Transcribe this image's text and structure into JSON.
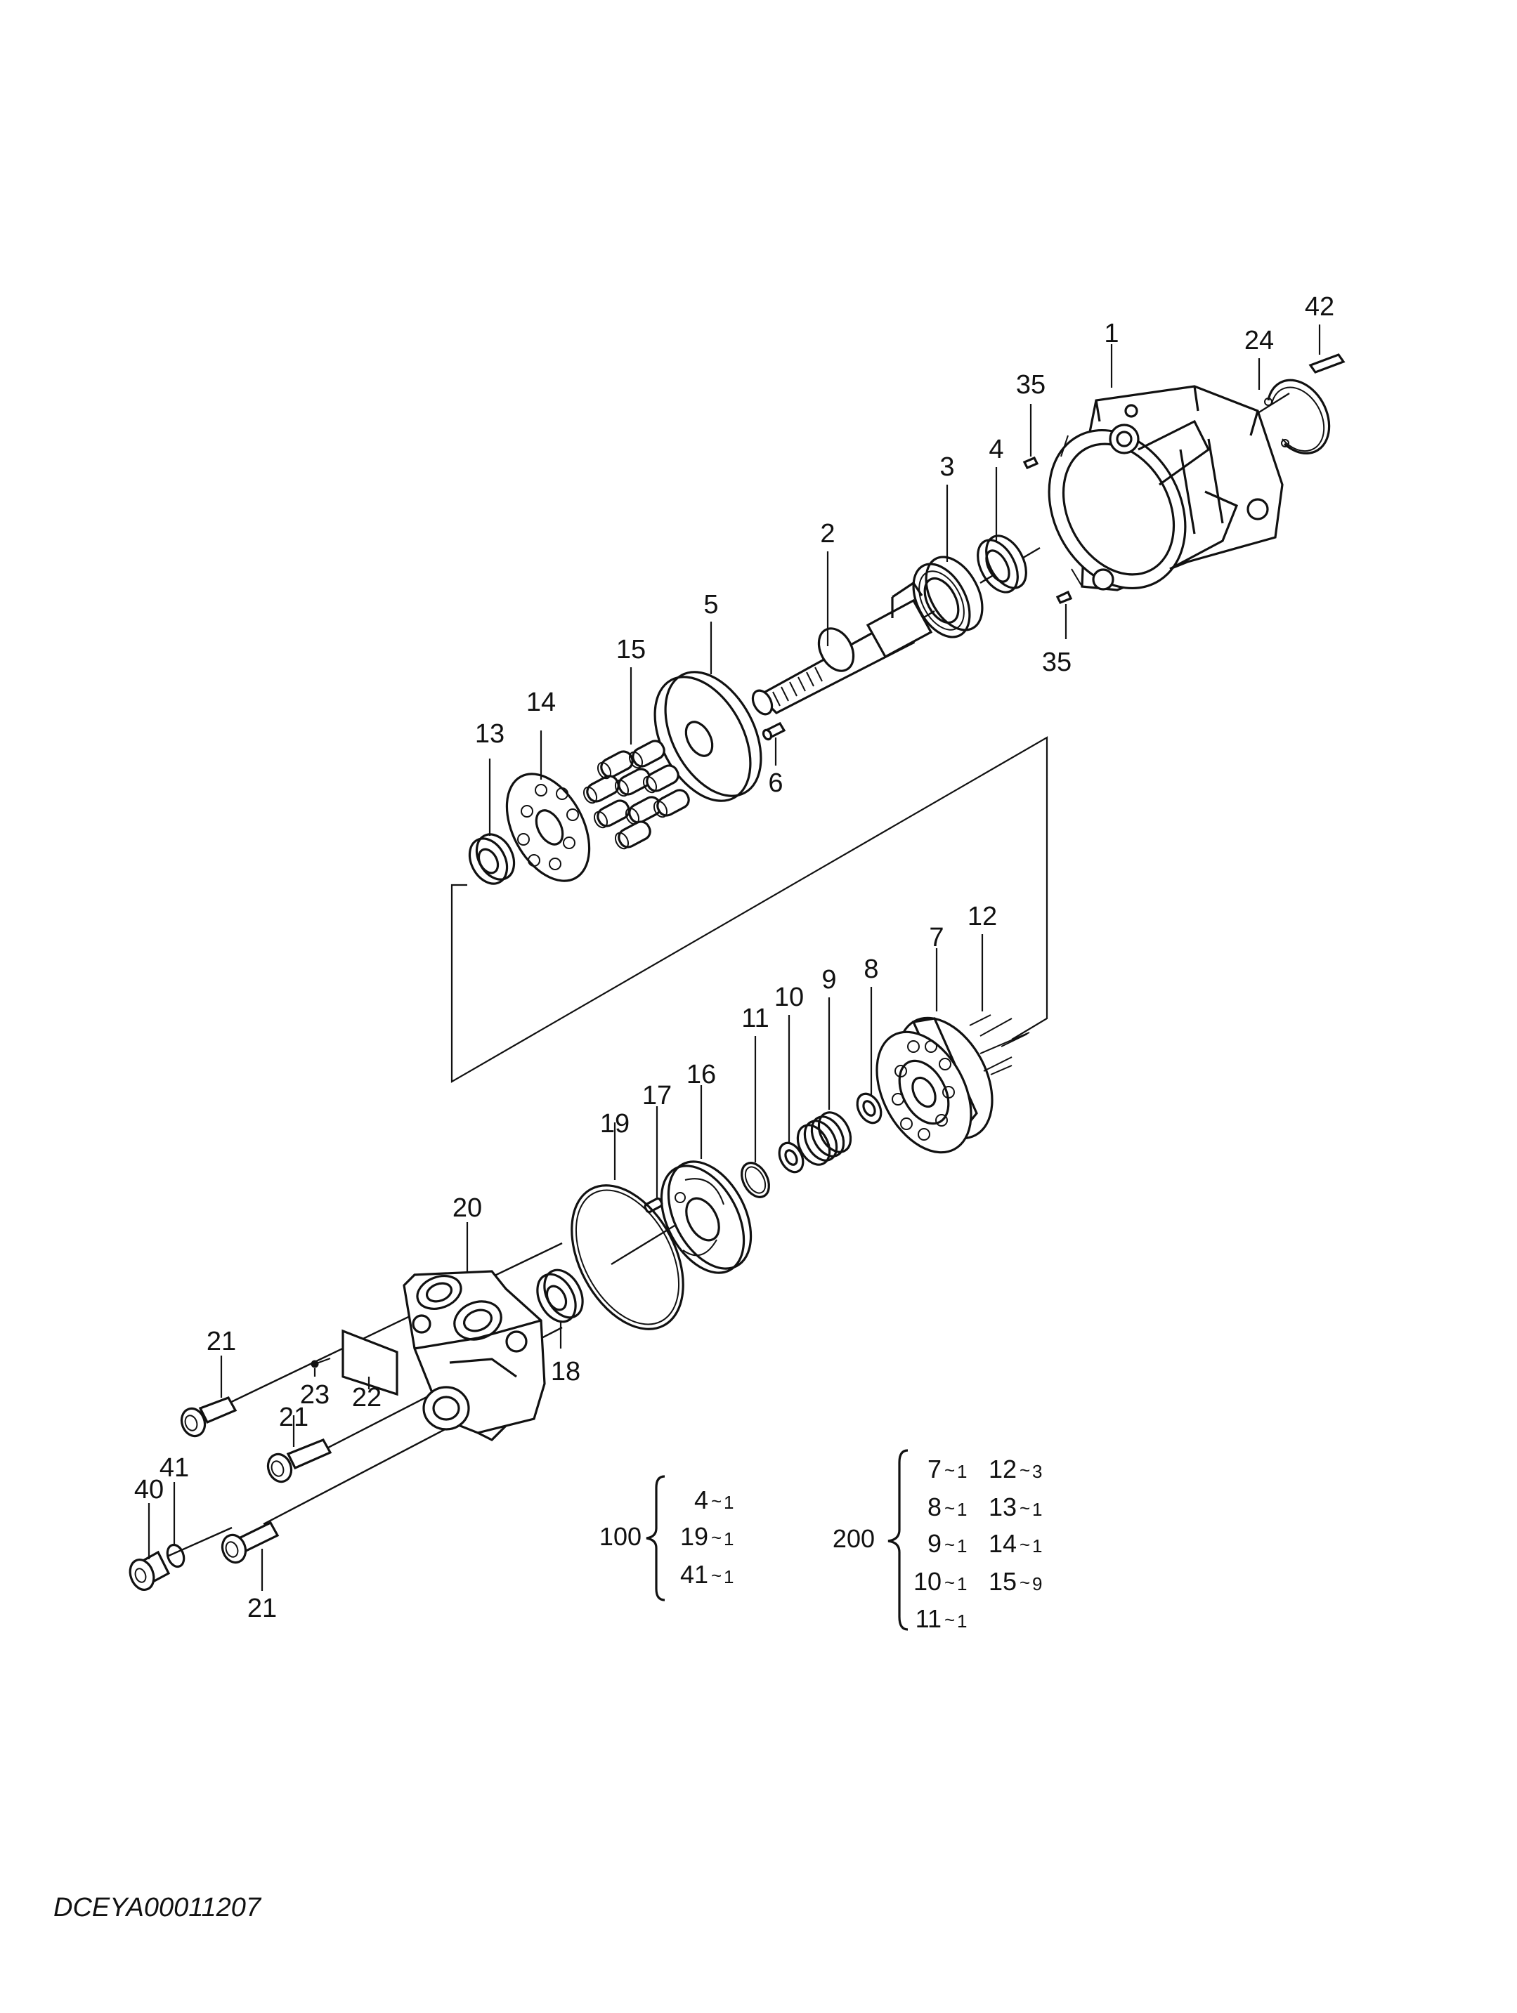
{
  "drawing_code": "DCEYA00011207",
  "callouts": {
    "p1": "1",
    "p2": "2",
    "p3": "3",
    "p4": "4",
    "p5": "5",
    "p6": "6",
    "p7": "7",
    "p8": "8",
    "p9": "9",
    "p10": "10",
    "p11": "11",
    "p12": "12",
    "p13": "13",
    "p14": "14",
    "p15": "15",
    "p16": "16",
    "p17": "17",
    "p18": "18",
    "p19": "19",
    "p20": "20",
    "p21": "21",
    "p22": "22",
    "p23": "23",
    "p24": "24",
    "p35": "35",
    "p40": "40",
    "p41": "41",
    "p42": "42"
  },
  "kits": [
    {
      "number": "100",
      "items": [
        {
          "part": "4",
          "qty": "1"
        },
        {
          "part": "19",
          "qty": "1"
        },
        {
          "part": "41",
          "qty": "1"
        }
      ]
    },
    {
      "number": "200",
      "items": [
        {
          "part": "7",
          "qty": "1"
        },
        {
          "part": "8",
          "qty": "1"
        },
        {
          "part": "9",
          "qty": "1"
        },
        {
          "part": "10",
          "qty": "1"
        },
        {
          "part": "11",
          "qty": "1"
        },
        {
          "part": "12",
          "qty": "3"
        },
        {
          "part": "13",
          "qty": "1"
        },
        {
          "part": "14",
          "qty": "1"
        },
        {
          "part": "15",
          "qty": "9"
        }
      ]
    }
  ],
  "kit_separator": "~"
}
